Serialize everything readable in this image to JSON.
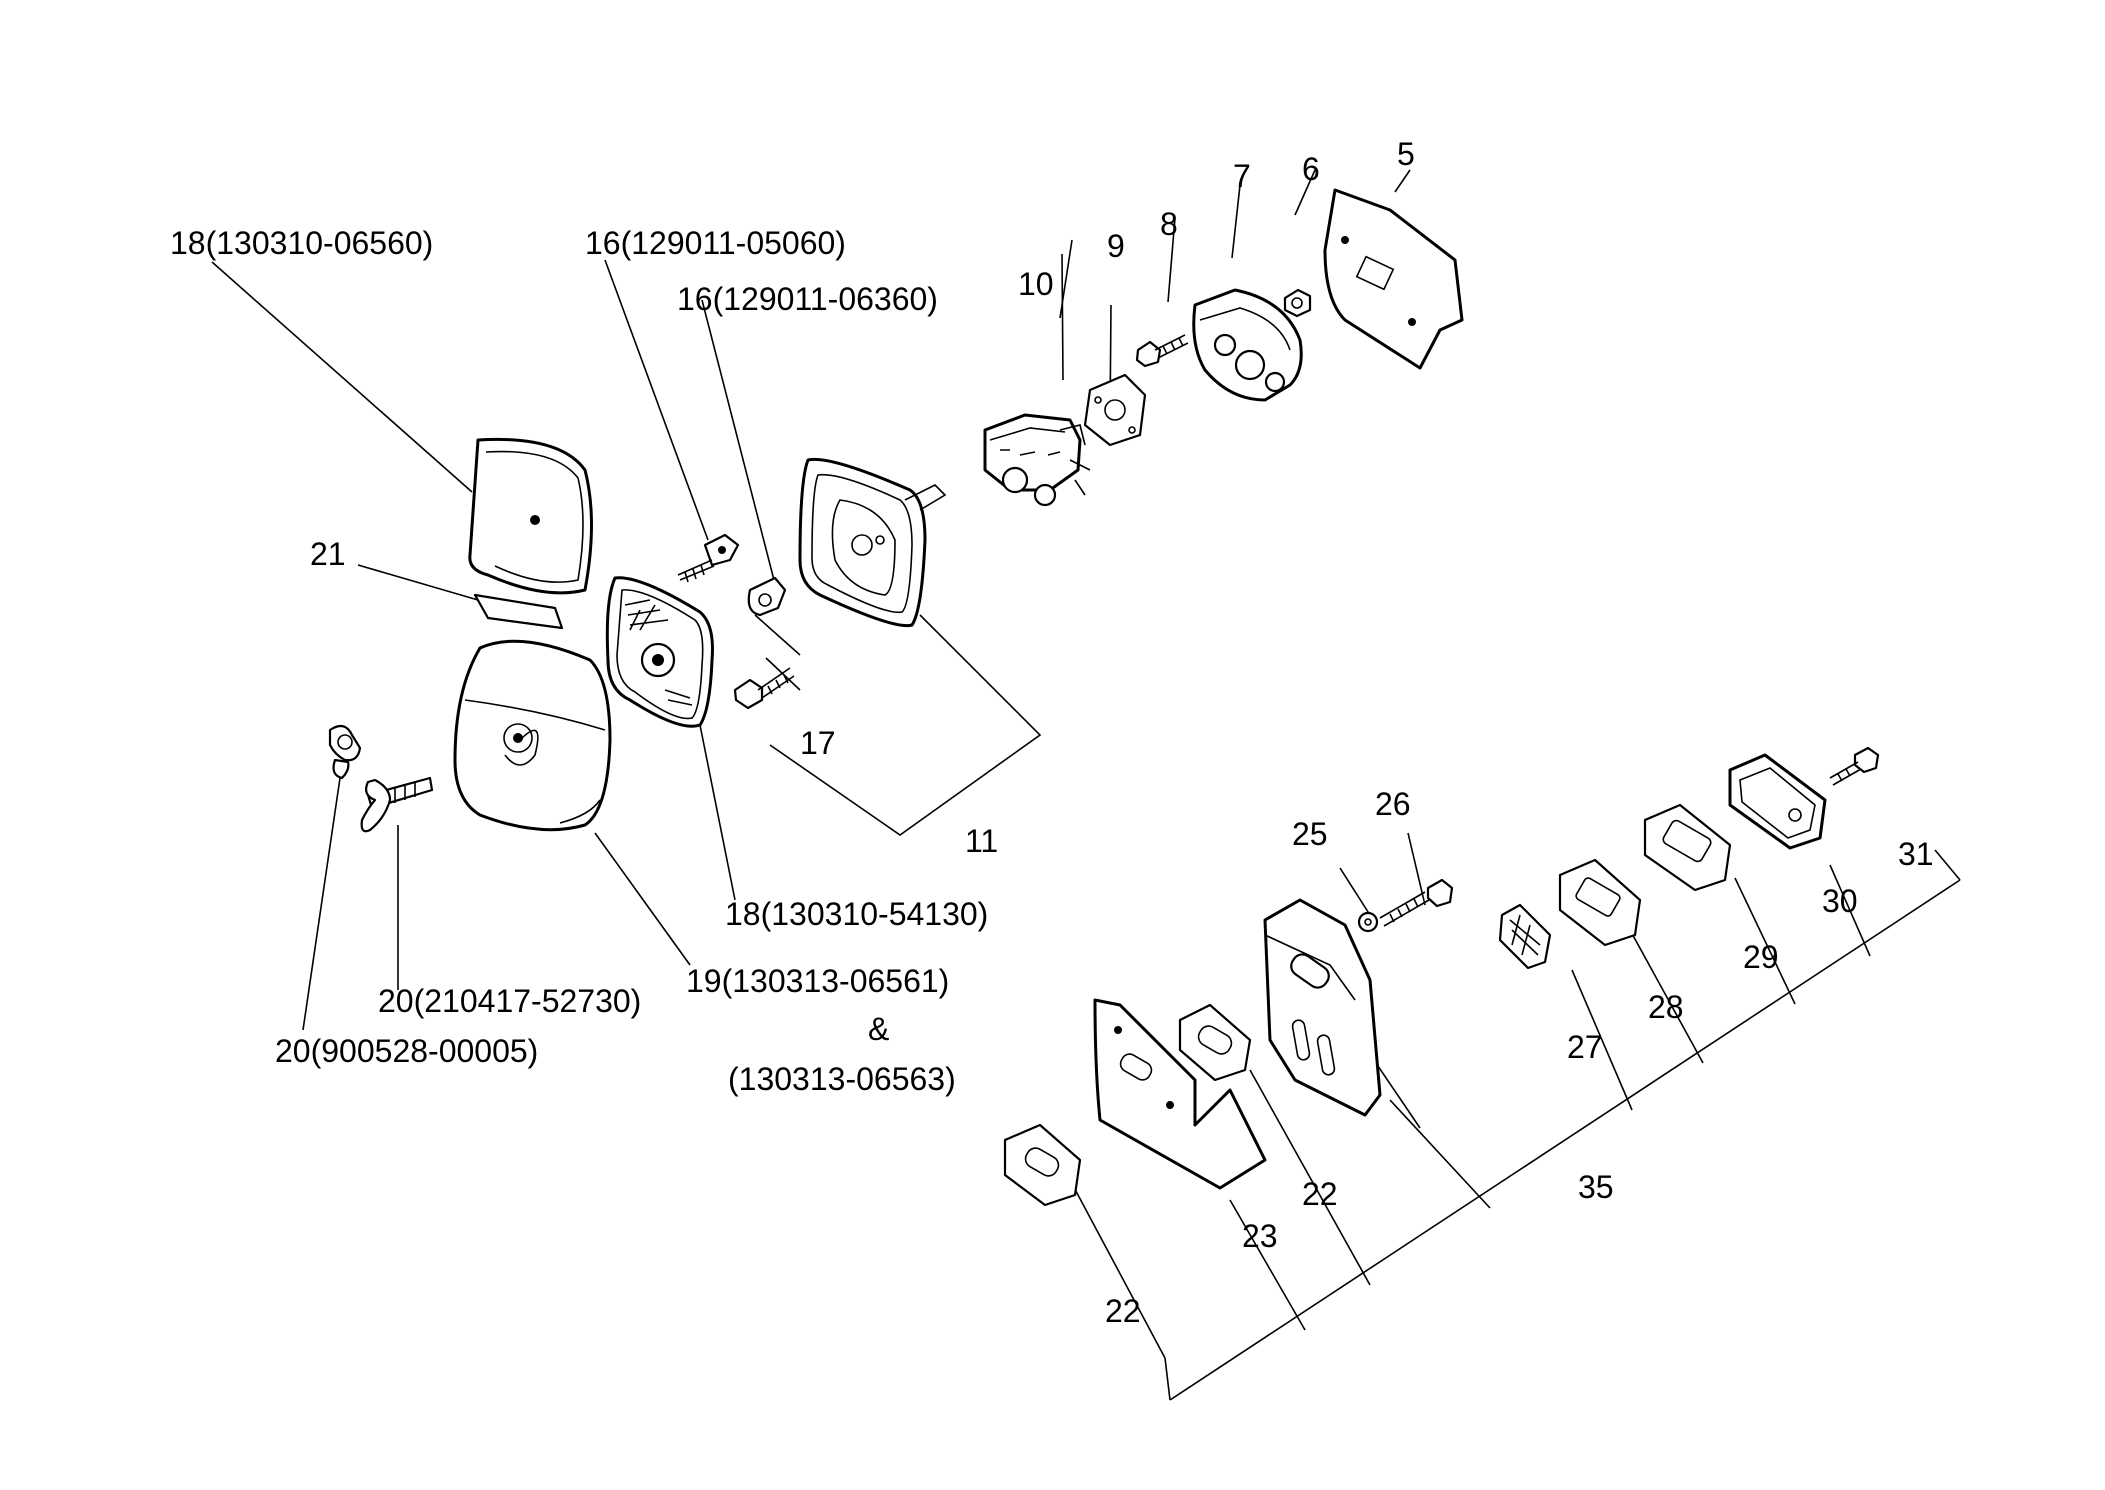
{
  "labels": {
    "l5": "5",
    "l6": "6",
    "l7": "7",
    "l8": "8",
    "l9": "9",
    "l10": "10",
    "l11": "11",
    "l16a": "16(129011-05060)",
    "l16b": "16(129011-06360)",
    "l17": "17",
    "l18a": "18(130310-06560)",
    "l18b": "18(130310-54130)",
    "l19a": "19(130313-06561)",
    "l19amp": "&",
    "l19b": "(130313-06563)",
    "l20a": "20(210417-52730)",
    "l20b": "20(900528-00005)",
    "l21": "21",
    "l22a": "22",
    "l22b": "22",
    "l23": "23",
    "l25": "25",
    "l26": "26",
    "l27": "27",
    "l28": "28",
    "l29": "29",
    "l30": "30",
    "l31": "31",
    "l35": "35"
  }
}
